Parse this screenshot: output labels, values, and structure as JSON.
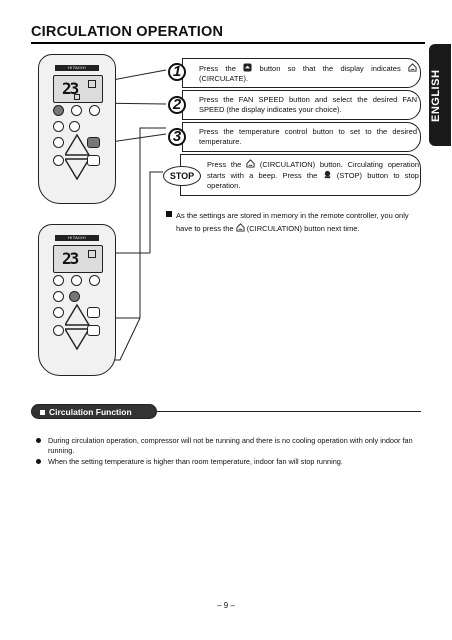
{
  "header": {
    "title": "CIRCULATION OPERATION",
    "language_tab": "ENGLISH"
  },
  "remote": {
    "brand": "HITACHI",
    "display_top": "23",
    "display_bottom": "23"
  },
  "steps": [
    {
      "number": "1",
      "text_before": "Press the",
      "icon": "circulate-button-icon",
      "text_middle": "button so that the display indicates",
      "icon2": "circulate-display-icon",
      "text_after": "(CIRCULATE)."
    },
    {
      "number": "2",
      "text": "Press the FAN SPEED button and select the desired FAN SPEED (the display indicates your choice)."
    },
    {
      "number": "3",
      "text": "Press the temperature control button to set to the desired temperature."
    }
  ],
  "stop": {
    "label": "STOP",
    "text_1": "Press the",
    "text_2": "(CIRCULATION) button. Circulating operation starts with a beep. Press the",
    "text_3": "(STOP) button to stop operation."
  },
  "note": {
    "text_1": "As the settings are stored in memory in the remote controller, you only have to press the",
    "text_2": "(CIRCULATION) button next time."
  },
  "section": {
    "title": "Circulation Function",
    "bullets": [
      "During circulation operation, compressor will not be running and there is no cooling operation with only indoor fan running.",
      "When the setting temperature is higher than room temperature, indoor fan will stop running."
    ]
  },
  "footer": {
    "page_number": "– 9 –"
  }
}
